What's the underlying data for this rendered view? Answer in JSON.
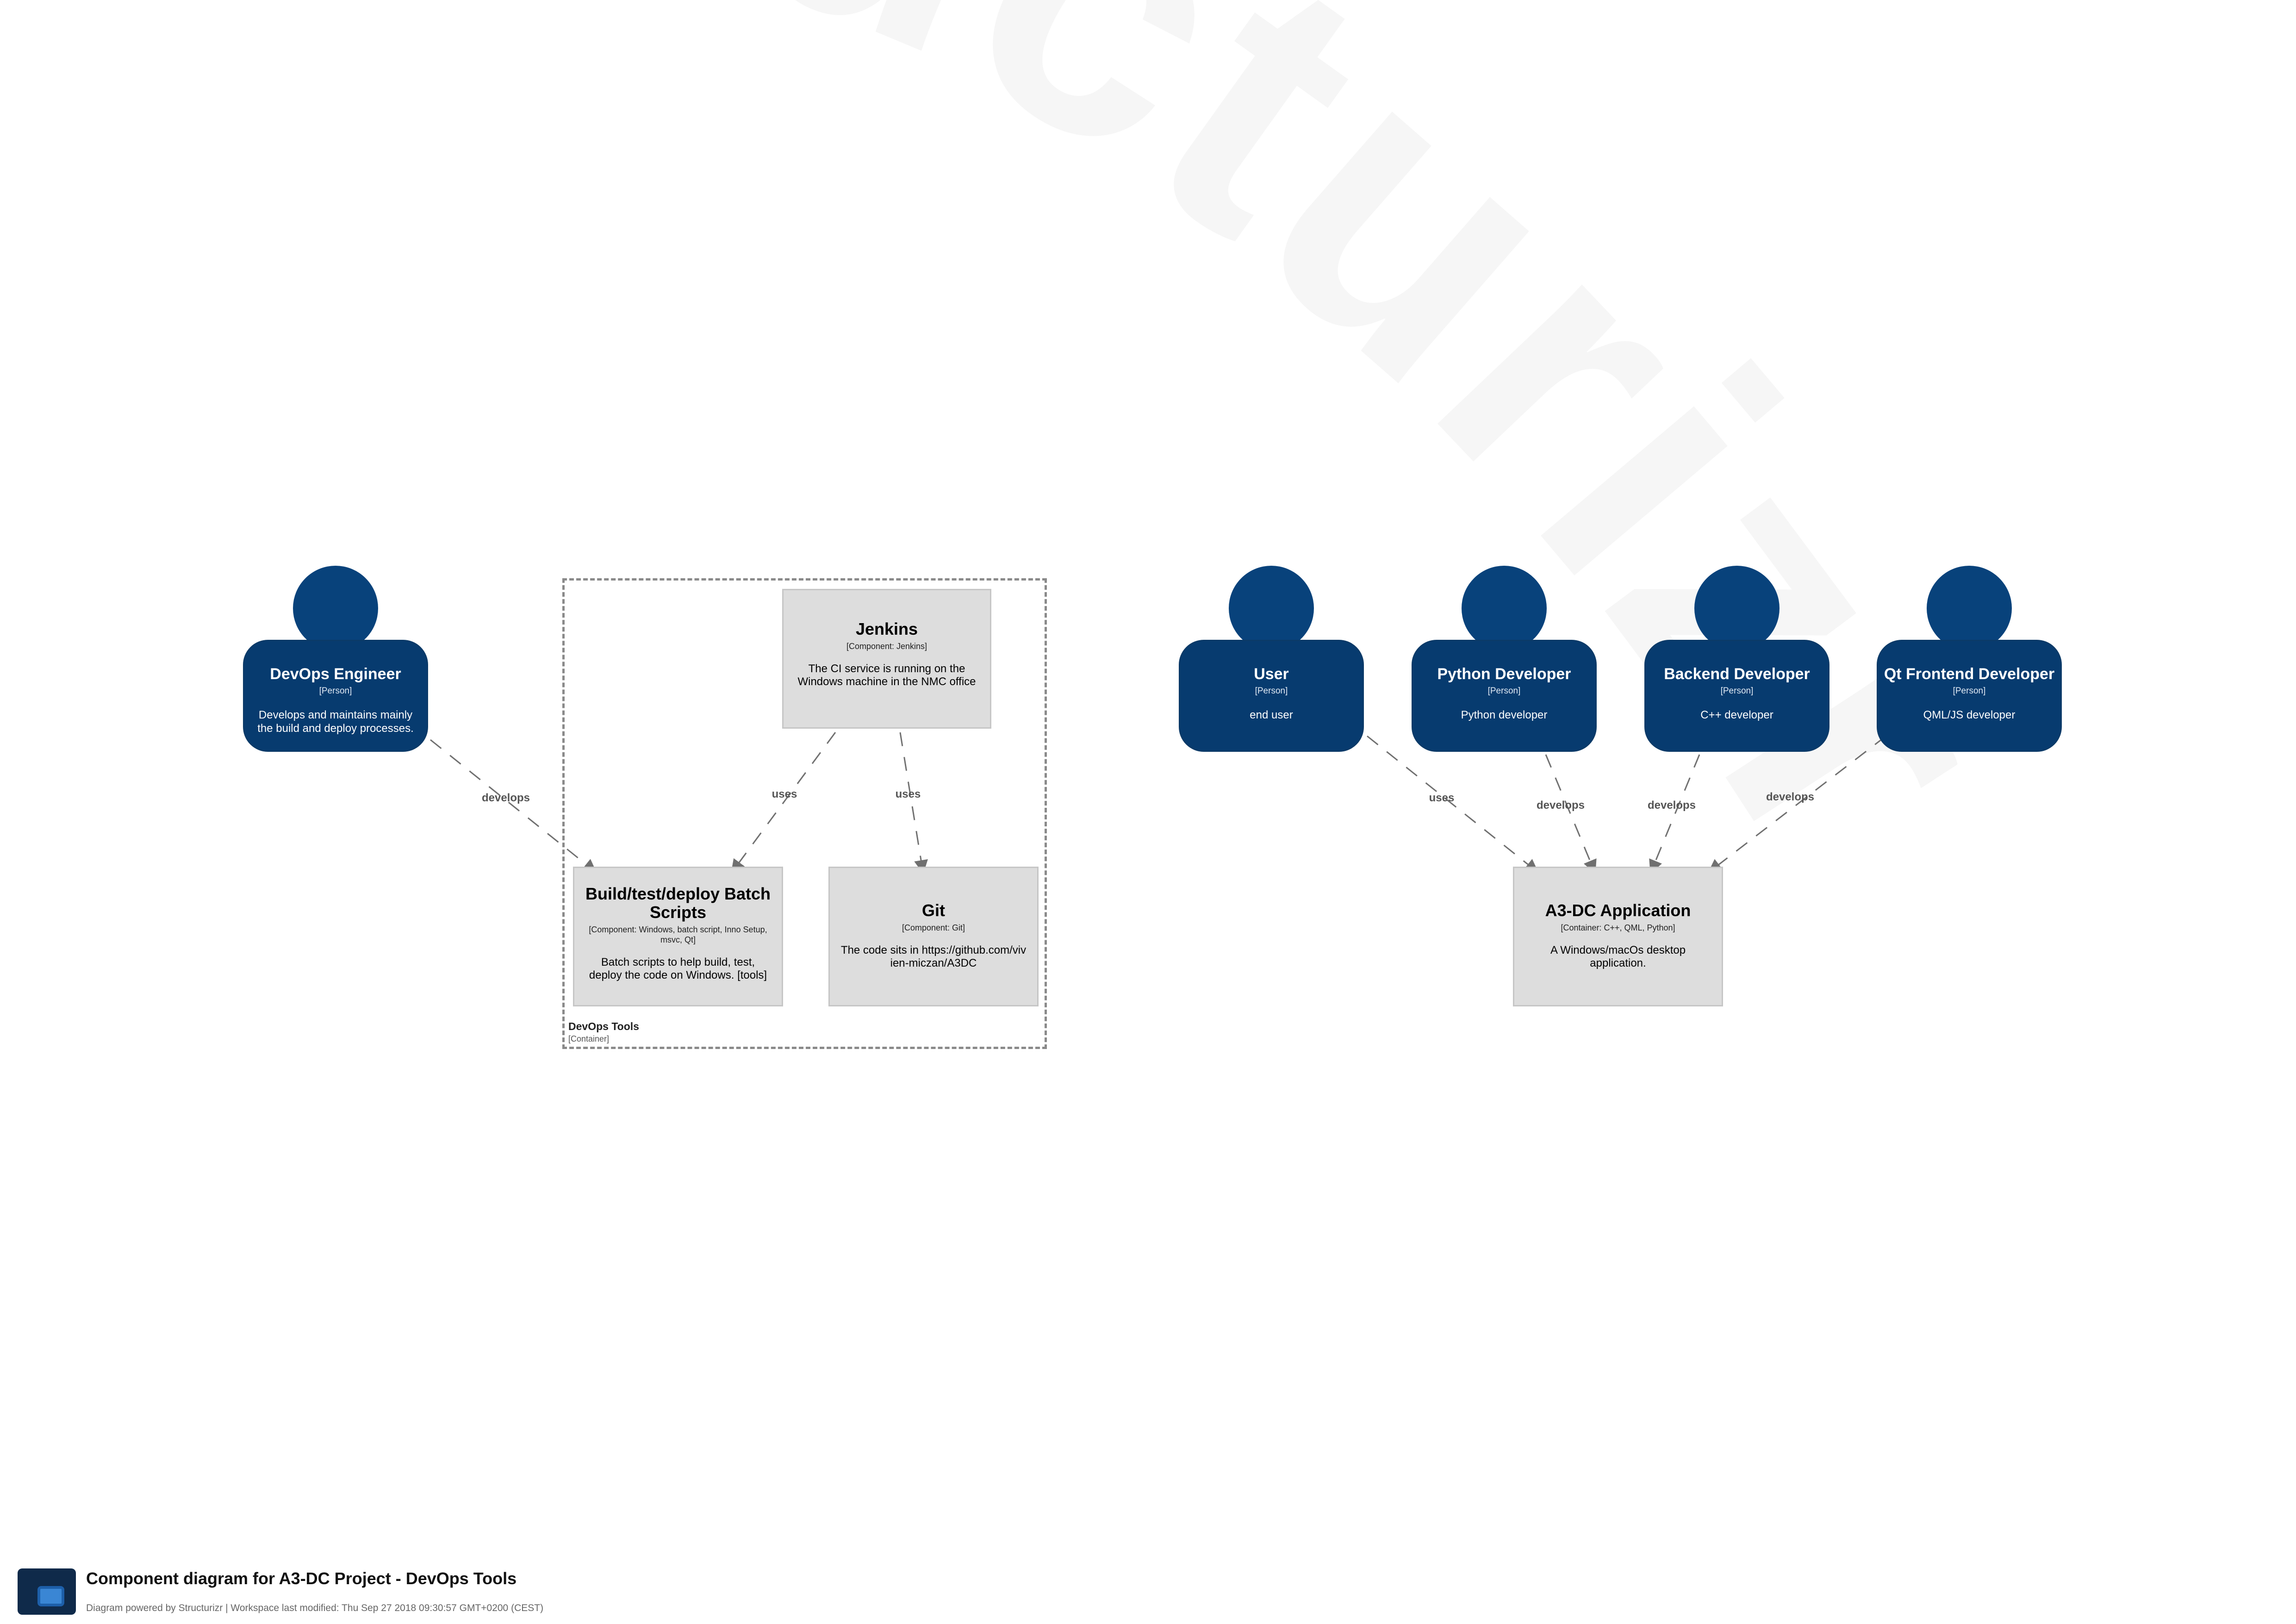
{
  "watermark": {
    "text": "structurizr"
  },
  "people": [
    {
      "id": "devops-engineer",
      "name": "DevOps Engineer",
      "type": "[Person]",
      "desc": "Develops and maintains mainly the build and deploy processes."
    },
    {
      "id": "user",
      "name": "User",
      "type": "[Person]",
      "desc": "end user"
    },
    {
      "id": "python-developer",
      "name": "Python Developer",
      "type": "[Person]",
      "desc": "Python developer"
    },
    {
      "id": "backend-developer",
      "name": "Backend Developer",
      "type": "[Person]",
      "desc": "C++ developer"
    },
    {
      "id": "qt-frontend-developer",
      "name": "Qt Frontend Developer",
      "type": "[Person]",
      "desc": "QML/JS developer"
    }
  ],
  "components": [
    {
      "id": "jenkins",
      "name": "Jenkins",
      "type": "[Component: Jenkins]",
      "desc": "The CI service is running on the Windows machine in the NMC office"
    },
    {
      "id": "build-scripts",
      "name": "Build/test/deploy Batch Scripts",
      "type": "[Component: Windows, batch script, Inno Setup, msvc, Qt]",
      "desc": "Batch scripts to help build, test, deploy the code on Windows. [tools]"
    },
    {
      "id": "git",
      "name": "Git",
      "type": "[Component: Git]",
      "desc": "The code sits in https://github.com/vivien-miczan/A3DC"
    },
    {
      "id": "a3dc-application",
      "name": "A3-DC Application",
      "type": "[Container: C++, QML, Python]",
      "desc": "A Windows/macOs desktop application."
    }
  ],
  "boundary": {
    "name": "DevOps Tools",
    "type": "[Container]"
  },
  "relationships": [
    {
      "from": "devops-engineer",
      "to": "build-scripts",
      "label": "develops"
    },
    {
      "from": "jenkins",
      "to": "build-scripts",
      "label": "uses"
    },
    {
      "from": "jenkins",
      "to": "git",
      "label": "uses"
    },
    {
      "from": "user",
      "to": "a3dc-application",
      "label": "uses"
    },
    {
      "from": "python-developer",
      "to": "a3dc-application",
      "label": "develops"
    },
    {
      "from": "backend-developer",
      "to": "a3dc-application",
      "label": "develops"
    },
    {
      "from": "qt-frontend-developer",
      "to": "a3dc-application",
      "label": "develops"
    }
  ],
  "footer": {
    "title": "Component diagram for A3-DC Project - DevOps Tools",
    "subtitle": "Diagram powered by Structurizr | Workspace last modified: Thu Sep 27 2018 09:30:57 GMT+0200 (CEST)"
  },
  "colors": {
    "person": "#08427b",
    "component": "#dddddd",
    "edge": "#707070"
  }
}
